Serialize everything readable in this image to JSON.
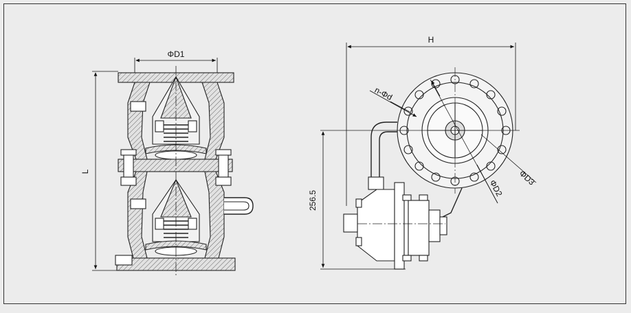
{
  "drawing": {
    "labels": {
      "d1": "ΦD1",
      "l": "L",
      "h": "H",
      "nd": "n-Φd",
      "d2": "ΦD2",
      "d3": "ΦD3",
      "height": "256.5"
    },
    "colors": {
      "background": "#ececec",
      "line": "#222222",
      "hatch": "#555555"
    }
  }
}
